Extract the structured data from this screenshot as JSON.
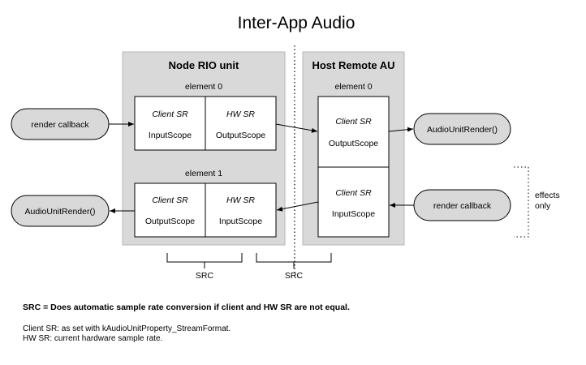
{
  "title": "Inter-App Audio",
  "node_unit": {
    "title": "Node RIO unit",
    "element0_label": "element 0",
    "element1_label": "element 1",
    "e0_left_top": "Client SR",
    "e0_left_bottom": "InputScope",
    "e0_right_top": "HW SR",
    "e0_right_bottom": "OutputScope",
    "e1_left_top": "Client SR",
    "e1_left_bottom": "OutputScope",
    "e1_right_top": "HW SR",
    "e1_right_bottom": "InputScope"
  },
  "host_unit": {
    "title": "Host Remote AU",
    "element0_label": "element 0",
    "top_top": "Client SR",
    "top_bottom": "OutputScope",
    "bottom_top": "Client SR",
    "bottom_bottom": "InputScope"
  },
  "pills": {
    "left_top": "render callback",
    "left_bottom": "AudioUnitRender()",
    "right_top": "AudioUnitRender()",
    "right_bottom": "render callback"
  },
  "src_left": "SRC",
  "src_right": "SRC",
  "effects_line1": "effects",
  "effects_line2": "only",
  "notes": {
    "bold": "SRC = Does automatic sample rate conversion if client and HW SR are not equal.",
    "line1": "Client SR: as set with kAudioUnitProperty_StreamFormat.",
    "line2": "HW SR: current hardware sample rate."
  },
  "colors": {
    "panel_fill": "#d9d9d9",
    "panel_stroke": "#b7b7b7",
    "line": "#000000",
    "background": "#ffffff"
  }
}
